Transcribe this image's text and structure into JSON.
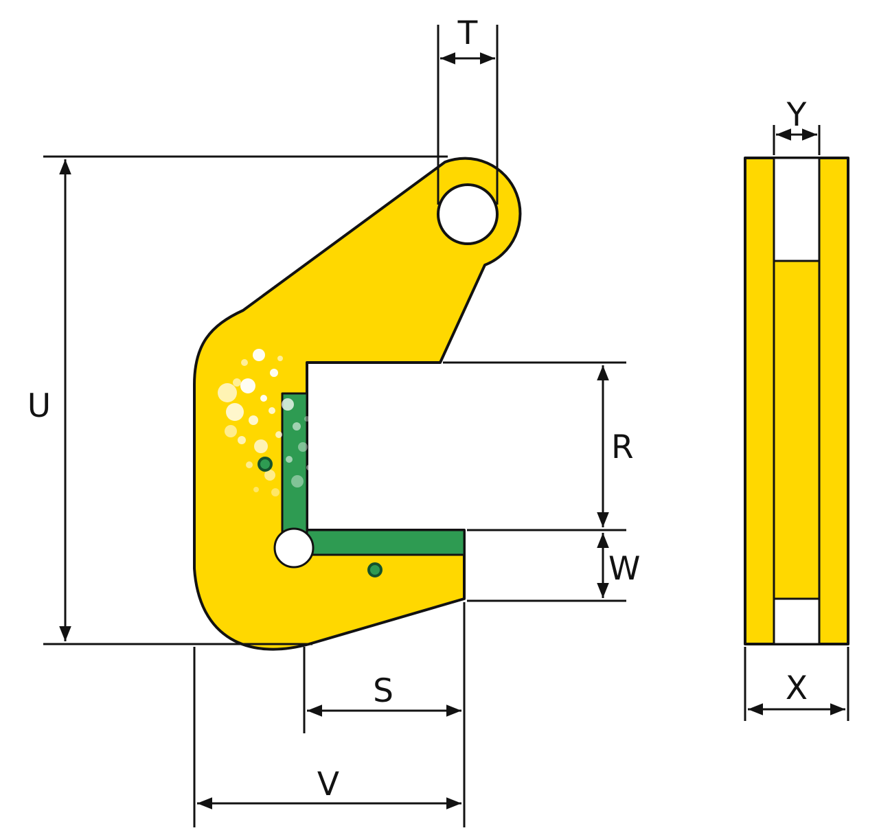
{
  "labels": {
    "u": "U",
    "t": "T",
    "r": "R",
    "w": "W",
    "s": "S",
    "v": "V",
    "y": "Y",
    "x": "X"
  },
  "colors": {
    "body_yellow": "#FFD800",
    "pad_green": "#2E9B52",
    "outline_black": "#121212",
    "background": "#FFFFFF"
  }
}
